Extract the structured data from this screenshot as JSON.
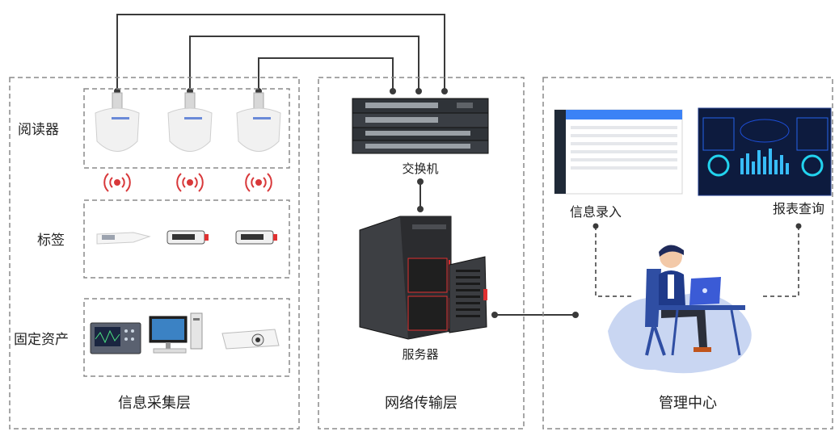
{
  "layers": {
    "collection": {
      "title": "信息采集层",
      "rows": {
        "reader": "阅读器",
        "tag": "标签",
        "asset": "固定资产"
      }
    },
    "network": {
      "title": "网络传输层",
      "switch": "交换机",
      "server": "服务器"
    },
    "management": {
      "title": "管理中心",
      "entry": "信息录入",
      "report": "报表查询"
    }
  },
  "colors": {
    "line": "#3a3a3a",
    "dash": "#8a8a8a",
    "rf": "#d8383a",
    "accent": "#e03030",
    "screen": "#1e3a8a",
    "blob": "#c9d6f2"
  }
}
